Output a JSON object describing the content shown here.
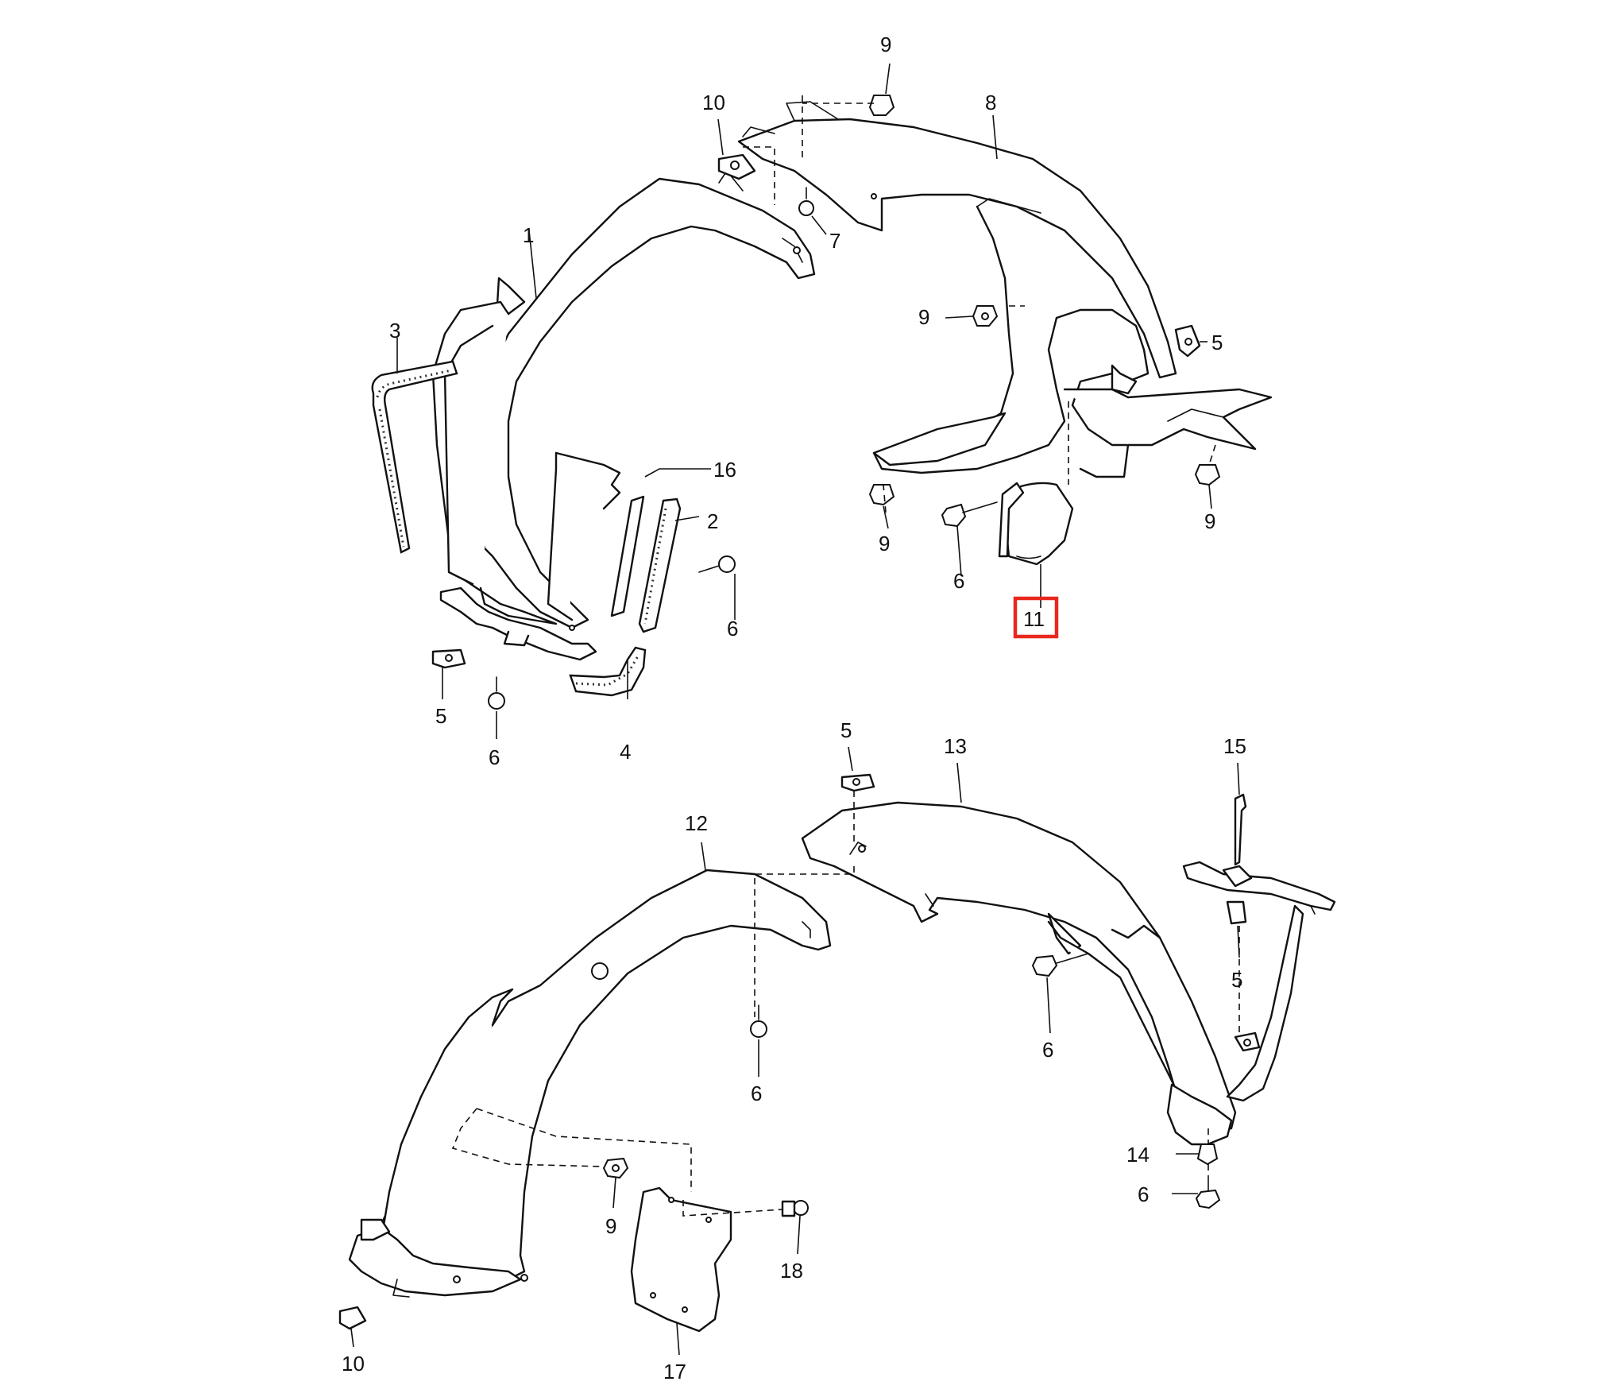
{
  "diagram": {
    "highlight_color": "#e8281e",
    "highlighted_callout": "11",
    "callouts": {
      "c1": "1",
      "c2": "2",
      "c3": "3",
      "c4": "4",
      "c5a": "5",
      "c5b": "5",
      "c5c": "5",
      "c5d": "5",
      "c6a": "6",
      "c6b": "6",
      "c6c": "6",
      "c6d": "6",
      "c6e": "6",
      "c6f": "6",
      "c7": "7",
      "c8": "8",
      "c9a": "9",
      "c9b": "9",
      "c9c": "9",
      "c9d": "9",
      "c9e": "9",
      "c10a": "10",
      "c10b": "10",
      "c11": "11",
      "c12": "12",
      "c13": "13",
      "c14": "14",
      "c15": "15",
      "c16": "16",
      "c17": "17",
      "c18": "18"
    }
  }
}
